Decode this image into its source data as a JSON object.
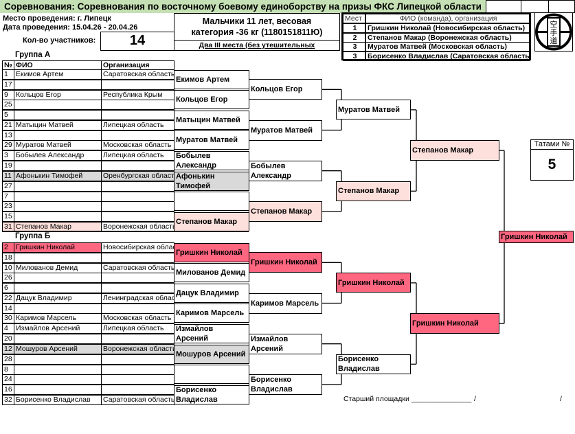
{
  "header": {
    "title": "Соревнования: Соревнования по восточному боевому единоборству на призы ФКС Липецкой области",
    "place": "Место проведения: г. Липецк",
    "dates": "Дата проведения: 15.04.26 - 20.04.26",
    "count_label": "Кол-во участников:",
    "count": "14",
    "category_line1": "Мальчики 11 лет, весовая",
    "category_line2": "категория -36 кг (1180151811Ю)",
    "note": "Два III места (без утешительных"
  },
  "results": {
    "col_place": "Мест",
    "col_name": "ФИО (команда), организация",
    "rows": [
      {
        "place": "1",
        "name": "Гришкин Николай  (Новосибирская область)"
      },
      {
        "place": "2",
        "name": "Степанов Макар  (Воронежская область)"
      },
      {
        "place": "3",
        "name": "Муратов Матвей  (Московская область)"
      },
      {
        "place": "3",
        "name": "Борисенко Владислав  (Саратовская область)"
      }
    ]
  },
  "logo": {
    "glyphs": "空手道"
  },
  "colors": {
    "winner": "#ff6680",
    "finalist": "#fde0db",
    "gray": "#d9d9d9",
    "title_bg": "#c5e0b4"
  },
  "table_headers": {
    "no": "№",
    "name": "ФИО",
    "org": "Организация"
  },
  "groups": [
    {
      "label": "Группа А",
      "rows": [
        {
          "no": "1",
          "name": "Екимов Артем",
          "org": "Саратовская область"
        },
        {
          "no": "17",
          "name": "",
          "org": ""
        },
        {
          "no": "9",
          "name": "Кольцов Егор",
          "org": "Республика Крым"
        },
        {
          "no": "25",
          "name": "",
          "org": ""
        },
        {
          "no": "5",
          "name": "",
          "org": ""
        },
        {
          "no": "21",
          "name": "Матыцин Матвей",
          "org": "Липецкая область"
        },
        {
          "no": "13",
          "name": "",
          "org": ""
        },
        {
          "no": "29",
          "name": "Муратов Матвей",
          "org": "Московская область"
        },
        {
          "no": "3",
          "name": "Бобылев Александр",
          "org": "Липецкая область"
        },
        {
          "no": "19",
          "name": "",
          "org": ""
        },
        {
          "no": "11",
          "name": "Афонькин Тимофей",
          "org": "Оренбургская область",
          "hl": "gray",
          "hl_org": true
        },
        {
          "no": "27",
          "name": "",
          "org": ""
        },
        {
          "no": "7",
          "name": "",
          "org": ""
        },
        {
          "no": "23",
          "name": "",
          "org": ""
        },
        {
          "no": "15",
          "name": "",
          "org": ""
        },
        {
          "no": "31",
          "name": "Степанов Макар",
          "org": "Воронежская область",
          "hl": "finalist"
        }
      ]
    },
    {
      "label": "Группа Б",
      "rows": [
        {
          "no": "2",
          "name": "Гришкин Николай",
          "org": "Новосибирская область",
          "hl": "winner"
        },
        {
          "no": "18",
          "name": "",
          "org": ""
        },
        {
          "no": "10",
          "name": "Милованов Демид",
          "org": "Саратовская область"
        },
        {
          "no": "26",
          "name": "",
          "org": ""
        },
        {
          "no": "6",
          "name": "",
          "org": ""
        },
        {
          "no": "22",
          "name": "Дацук Владимир",
          "org": "Ленинградская область"
        },
        {
          "no": "14",
          "name": "",
          "org": ""
        },
        {
          "no": "30",
          "name": "Каримов Марсель",
          "org": "Московская область"
        },
        {
          "no": "4",
          "name": "Измайлов Арсений",
          "org": "Липецкая область"
        },
        {
          "no": "20",
          "name": "",
          "org": ""
        },
        {
          "no": "12",
          "name": "Мошуров Арсений",
          "org": "Воронежская область",
          "hl": "gray",
          "hl_org": true
        },
        {
          "no": "28",
          "name": "",
          "org": ""
        },
        {
          "no": "8",
          "name": "",
          "org": ""
        },
        {
          "no": "24",
          "name": "",
          "org": ""
        },
        {
          "no": "16",
          "name": "",
          "org": ""
        },
        {
          "no": "32",
          "name": "Борисенко Владислав",
          "org": "Саратовская область"
        }
      ]
    }
  ],
  "bracket": {
    "r1": [
      {
        "n": "Екимов Артем"
      },
      {
        "n": "Кольцов Егор"
      },
      {
        "n": "Матыцин Матвей"
      },
      {
        "n": "Муратов Матвей"
      },
      {
        "n": "Бобылев Александр"
      },
      {
        "n": "Афонькин Тимофей",
        "hl": "gray"
      },
      {
        "n": ""
      },
      {
        "n": "Степанов Макар",
        "hl": "finalist"
      },
      {
        "n": "Гришкин Николай",
        "hl": "winner"
      },
      {
        "n": "Милованов Демид"
      },
      {
        "n": "Дацук Владимир"
      },
      {
        "n": "Каримов Марсель"
      },
      {
        "n": "Измайлов Арсений"
      },
      {
        "n": "Мошуров Арсений",
        "hl": "gray"
      },
      {
        "n": ""
      },
      {
        "n": "Борисенко Владислав"
      }
    ],
    "r2": [
      {
        "n": "Кольцов Егор"
      },
      {
        "n": "Муратов Матвей"
      },
      {
        "n": "Бобылев Александр"
      },
      {
        "n": "Степанов Макар",
        "hl": "finalist"
      },
      {
        "n": "Гришкин Николай",
        "hl": "winner"
      },
      {
        "n": "Каримов Марсель"
      },
      {
        "n": "Измайлов Арсений"
      },
      {
        "n": "Борисенко Владислав"
      }
    ],
    "r3": [
      {
        "n": "Муратов Матвей"
      },
      {
        "n": "Степанов Макар",
        "hl": "finalist"
      },
      {
        "n": "Гришкин Николай",
        "hl": "winner"
      },
      {
        "n": "Борисенко Владислав"
      }
    ],
    "r4": [
      {
        "n": "Степанов Макар",
        "hl": "finalist"
      },
      {
        "n": "Гришкин Николай",
        "hl": "winner"
      }
    ],
    "final": [
      {
        "n": "Гришкин Николай",
        "hl": "winner"
      }
    ]
  },
  "tatami": {
    "label": "Татами №",
    "value": "5"
  },
  "footer": {
    "chief": "Старший площадки _______________",
    "slash1": "/",
    "slash2": "/"
  }
}
